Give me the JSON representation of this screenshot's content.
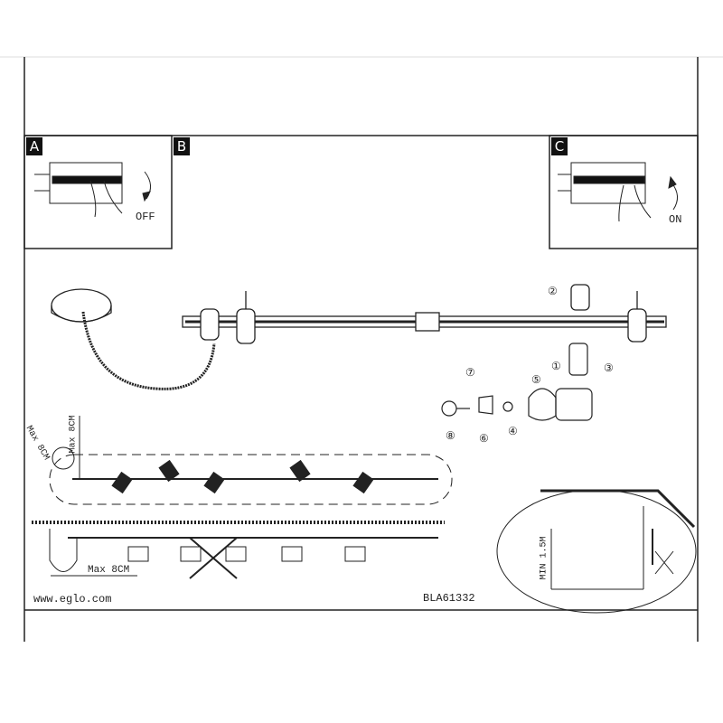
{
  "panels": {
    "a": {
      "label": "A",
      "action": "OFF"
    },
    "b": {
      "label": "B"
    },
    "c": {
      "label": "C",
      "action": "ON"
    }
  },
  "steps": [
    "①",
    "②",
    "③",
    "④",
    "⑤",
    "⑥",
    "⑦",
    "⑧"
  ],
  "dimensions": {
    "max_vertical": "Max 8CM",
    "max_diagonal": "Max 8CM",
    "max_horizontal": "Max 8CM",
    "min_height": "MIN 1.5M"
  },
  "footer": {
    "website": "www.eglo.com",
    "model": "BLA61332"
  }
}
